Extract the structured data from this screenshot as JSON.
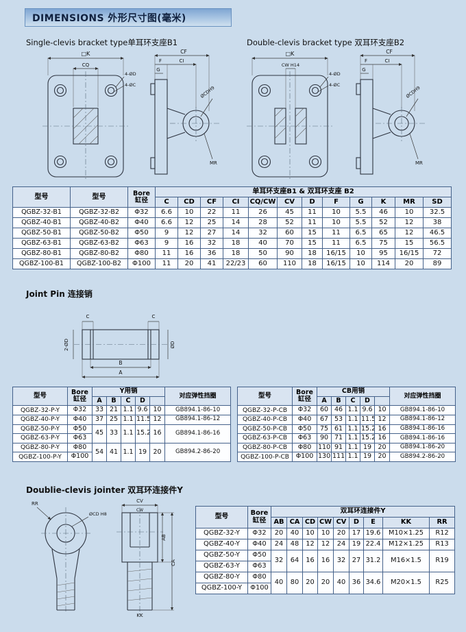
{
  "title": "DIMENSIONS 外形尺寸图(毫米)",
  "captions": {
    "single_clevis": "Single-clevis bracket type单耳环支座B1",
    "double_clevis": "Double-clevis bracket type 双耳环支座B2",
    "joint_pin": "Joint Pin 连接销",
    "jointer": "Doublie-clevis jointer 双耳环连接件Y"
  },
  "drawings": {
    "single_front": {
      "k": "□K",
      "cq": "CQ",
      "d4": "4-ØD",
      "c4": "4-ØC"
    },
    "single_side": {
      "cf": "CF",
      "f": "F",
      "ci": "CI",
      "g": "G",
      "cd": "ØCDH9",
      "mr": "MR"
    },
    "double_front": {
      "k": "□K",
      "cw": "CW H14",
      "d4": "4-ØD",
      "c4": "4-ØC"
    },
    "double_side": {
      "cf": "CF",
      "f": "F",
      "ci": "CI",
      "g": "G",
      "cd": "ØCDH9",
      "mr": "MR"
    },
    "pin": {
      "c_left": "C",
      "c_right": "C",
      "dia_left": "2-ØD",
      "dia_right": "ØD",
      "b": "B",
      "a": "A"
    },
    "jointer_front": {
      "rr": "RR",
      "cd": "ØCD H8"
    },
    "jointer_side": {
      "cv": "CV",
      "cw": "CW",
      "ab": "AB",
      "ca": "CA",
      "kk": "KK"
    }
  },
  "bracket": {
    "h_model": "型号",
    "h_bore_en": "Bore",
    "h_bore_cn": "缸径",
    "h_group": "单耳环支座B1 & 双耳环支座 B2",
    "cols": [
      "C",
      "CD",
      "CF",
      "CI",
      "CQ/CW",
      "CV",
      "D",
      "F",
      "G",
      "K",
      "MR",
      "SD"
    ],
    "rows": [
      {
        "m1": "QGBZ-32-B1",
        "m2": "QGBZ-32-B2",
        "bore": "Φ32",
        "v": [
          "6.6",
          "10",
          "22",
          "11",
          "26",
          "45",
          "11",
          "10",
          "5.5",
          "46",
          "10",
          "32.5"
        ]
      },
      {
        "m1": "QGBZ-40-B1",
        "m2": "QGBZ-40-B2",
        "bore": "Φ40",
        "v": [
          "6.6",
          "12",
          "25",
          "14",
          "28",
          "52",
          "11",
          "10",
          "5.5",
          "52",
          "12",
          "38"
        ]
      },
      {
        "m1": "QGBZ-50-B1",
        "m2": "QGBZ-50-B2",
        "bore": "Φ50",
        "v": [
          "9",
          "12",
          "27",
          "14",
          "32",
          "60",
          "15",
          "11",
          "6.5",
          "65",
          "12",
          "46.5"
        ]
      },
      {
        "m1": "QGBZ-63-B1",
        "m2": "QGBZ-63-B2",
        "bore": "Φ63",
        "v": [
          "9",
          "16",
          "32",
          "18",
          "40",
          "70",
          "15",
          "11",
          "6.5",
          "75",
          "15",
          "56.5"
        ]
      },
      {
        "m1": "QGBZ-80-B1",
        "m2": "QGBZ-80-B2",
        "bore": "Φ80",
        "v": [
          "11",
          "16",
          "36",
          "18",
          "50",
          "90",
          "18",
          "16/15",
          "10",
          "95",
          "16/15",
          "72"
        ]
      },
      {
        "m1": "QGBZ-100-B1",
        "m2": "QGBZ-100-B2",
        "bore": "Φ100",
        "v": [
          "11",
          "20",
          "41",
          "22/23",
          "60",
          "110",
          "18",
          "16/15",
          "10",
          "114",
          "20",
          "89"
        ]
      }
    ]
  },
  "pin_y": {
    "h_model": "型号",
    "h_bore_en": "Bore",
    "h_bore_cn": "缸径",
    "h_group": "Y用销",
    "cols": [
      "A",
      "B",
      "C",
      "D",
      ""
    ],
    "h_ring": "对应弹性挡圈",
    "rows": [
      {
        "model": "QGBZ-32-P-Y",
        "bore": "Φ32",
        "v": [
          "33",
          "21",
          "1.1",
          "9.6",
          "10"
        ],
        "ring": "GB894.1-86-10"
      },
      {
        "model": "QGBZ-40-P-Y",
        "bore": "Φ40",
        "v": [
          "37",
          "25",
          "1.1",
          "11.5",
          "12"
        ],
        "ring": "GB894.1-86-12"
      },
      {
        "model": "QGBZ-50-P-Y",
        "bore": "Φ50",
        "v": [
          "45",
          "33",
          "1.1",
          "15.2",
          "16"
        ],
        "ring": "GB894.1-86-16"
      },
      {
        "model": "QGBZ-63-P-Y",
        "bore": "Φ63"
      },
      {
        "model": "QGBZ-80-P-Y",
        "bore": "Φ80",
        "v": [
          "54",
          "41",
          "1.1",
          "19",
          "20"
        ],
        "ring": "GB894.2-86-20"
      },
      {
        "model": "QGBZ-100-P-Y",
        "bore": "Φ100"
      }
    ]
  },
  "pin_cb": {
    "h_model": "型号",
    "h_bore_en": "Bore",
    "h_bore_cn": "缸径",
    "h_group": "CB用销",
    "cols": [
      "A",
      "B",
      "C",
      "D",
      ""
    ],
    "h_ring": "对应弹性挡圈",
    "rows": [
      {
        "model": "QGBZ-32-P-CB",
        "bore": "Φ32",
        "v": [
          "60",
          "46",
          "1.1",
          "9.6",
          "10"
        ],
        "ring": "GB894.1-86-10"
      },
      {
        "model": "QGBZ-40-P-CB",
        "bore": "Φ40",
        "v": [
          "67",
          "53",
          "1.1",
          "11.5",
          "12"
        ],
        "ring": "GB894.1-86-12"
      },
      {
        "model": "QGBZ-50-P-CB",
        "bore": "Φ50",
        "v": [
          "75",
          "61",
          "1.1",
          "15.2",
          "16"
        ],
        "ring": "GB894.1-86-16"
      },
      {
        "model": "QGBZ-63-P-CB",
        "bore": "Φ63",
        "v": [
          "90",
          "71",
          "1.1",
          "15.2",
          "16"
        ],
        "ring": "GB894.1-86-16"
      },
      {
        "model": "QGBZ-80-P-CB",
        "bore": "Φ80",
        "v": [
          "110",
          "91",
          "1.1",
          "19",
          "20"
        ],
        "ring": "GB894.1-86-20"
      },
      {
        "model": "QGBZ-100-P-CB",
        "bore": "Φ100",
        "v": [
          "130",
          "111",
          "1.1",
          "19",
          "20"
        ],
        "ring": "GB894.2-86-20"
      }
    ]
  },
  "jointer": {
    "h_model": "型号",
    "h_bore_en": "Bore",
    "h_bore_cn": "缸径",
    "h_group": "双耳环连接件Y",
    "cols": [
      "AB",
      "CA",
      "CD",
      "CW",
      "CV",
      "D",
      "E",
      "KK",
      "RR"
    ],
    "rows": [
      {
        "model": "QGBZ-32-Y",
        "bore": "Φ32",
        "v": [
          "20",
          "40",
          "10",
          "10",
          "20",
          "17",
          "19.6",
          "M10×1.25",
          "R12"
        ]
      },
      {
        "model": "QGBZ-40-Y",
        "bore": "Φ40",
        "v": [
          "24",
          "48",
          "12",
          "12",
          "24",
          "19",
          "22.4",
          "M12×1.25",
          "R13"
        ]
      },
      {
        "model": "QGBZ-50-Y",
        "bore": "Φ50",
        "v": [
          "32",
          "64",
          "16",
          "16",
          "32",
          "27",
          "31.2",
          "M16×1.5",
          "R19"
        ]
      },
      {
        "model": "QGBZ-63-Y",
        "bore": "Φ63"
      },
      {
        "model": "QGBZ-80-Y",
        "bore": "Φ80",
        "v": [
          "40",
          "80",
          "20",
          "20",
          "40",
          "36",
          "34.6",
          "M20×1.5",
          "R25"
        ]
      },
      {
        "model": "QGBZ-100-Y",
        "bore": "Φ100"
      }
    ]
  }
}
